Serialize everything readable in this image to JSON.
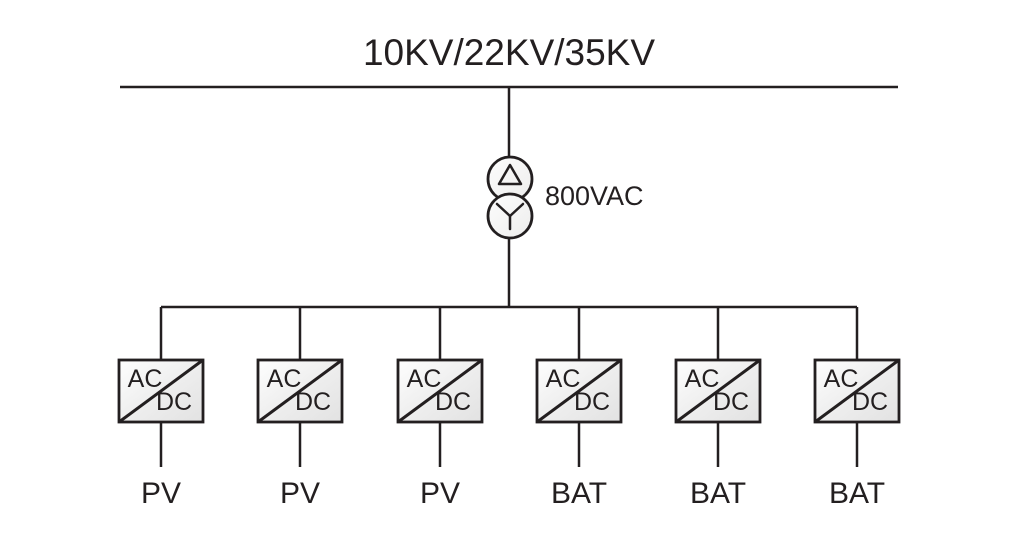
{
  "diagram_title": "10KV/22KV/35KV",
  "transformer": {
    "voltage_label": "800VAC",
    "primary_winding": "delta",
    "secondary_winding": "wye"
  },
  "converters": [
    {
      "top_label": "AC",
      "bottom_label": "DC",
      "terminal_label": "PV"
    },
    {
      "top_label": "AC",
      "bottom_label": "DC",
      "terminal_label": "PV"
    },
    {
      "top_label": "AC",
      "bottom_label": "DC",
      "terminal_label": "PV"
    },
    {
      "top_label": "AC",
      "bottom_label": "DC",
      "terminal_label": "BAT"
    },
    {
      "top_label": "AC",
      "bottom_label": "DC",
      "terminal_label": "BAT"
    },
    {
      "top_label": "AC",
      "bottom_label": "DC",
      "terminal_label": "BAT"
    }
  ],
  "colors": {
    "line": "#231f20",
    "text": "#231f20",
    "fill_gradient_start": "#fefefe",
    "fill_gradient_end": "#e2e2e2",
    "background": "#ffffff"
  }
}
